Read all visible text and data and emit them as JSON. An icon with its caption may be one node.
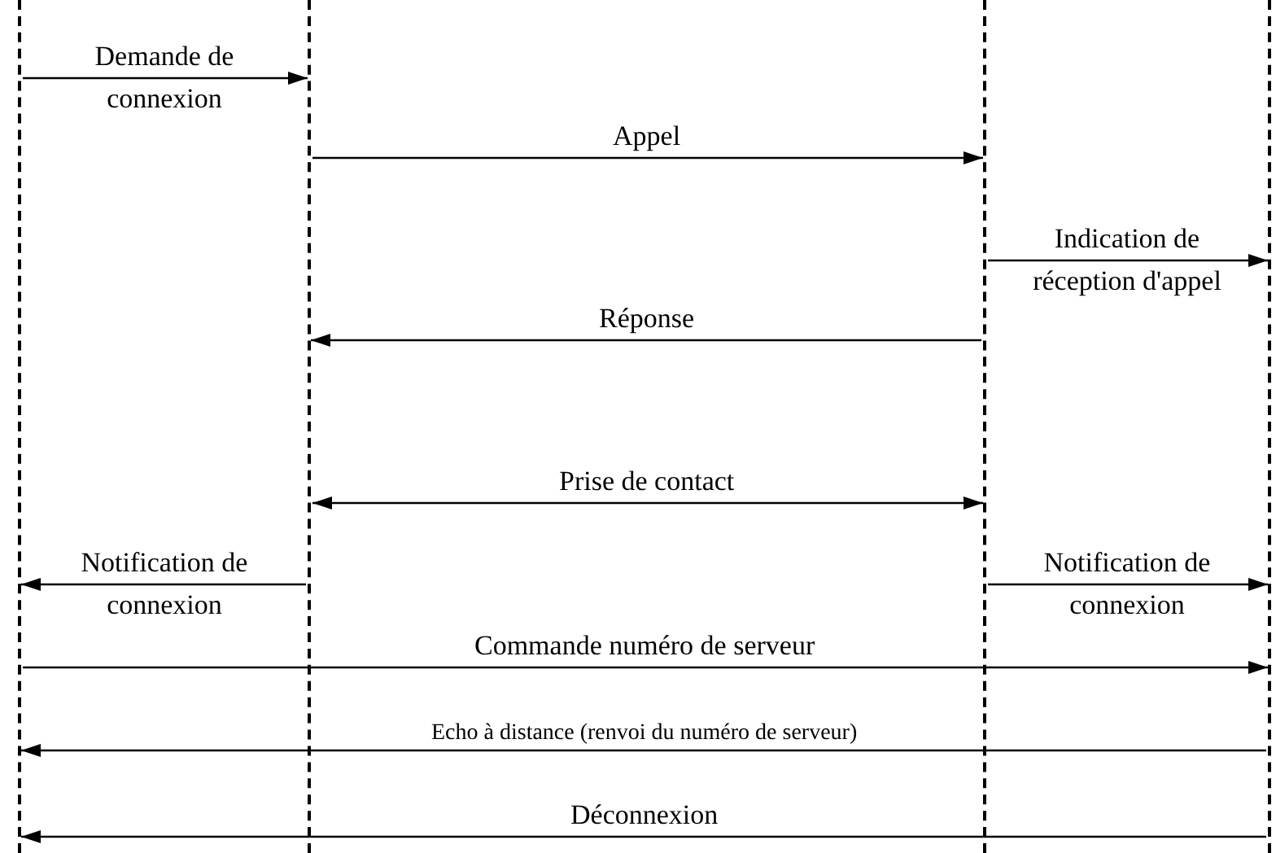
{
  "diagram": {
    "nodes": [
      {
        "text": [],
        "shape": "bar"
      },
      {
        "text": [],
        "shape": "bar"
      },
      {
        "text": [],
        "shape": "bar"
      },
      {
        "text": [],
        "shape": "bar"
      }
    ],
    "edges": [
      {
        "from": 0,
        "to": 1,
        "arrow": "to",
        "label": "Demande de connexion"
      },
      {
        "from": 1,
        "to": 2,
        "arrow": "to",
        "label": "Appel"
      },
      {
        "from": 2,
        "to": 3,
        "arrow": "to",
        "label": "Indication de réception d'appel"
      },
      {
        "from": 2,
        "to": 1,
        "arrow": "to",
        "label": "Réponse"
      },
      {
        "from": 1,
        "to": 2,
        "arrow": "both",
        "label": "Prise de contact"
      },
      {
        "from": 1,
        "to": 0,
        "arrow": "to",
        "label": "Notification de connexion"
      },
      {
        "from": 2,
        "to": 3,
        "arrow": "to",
        "label": "Notification de connexion"
      },
      {
        "from": 0,
        "to": 3,
        "arrow": "to",
        "label": "Commande numéro de serveur"
      },
      {
        "from": 3,
        "to": 0,
        "arrow": "to",
        "label": "Echo à distance (renvoi du numéro de serveur)"
      },
      {
        "from": 3,
        "to": 0,
        "arrow": "to",
        "label": "Déconnexion"
      }
    ]
  }
}
